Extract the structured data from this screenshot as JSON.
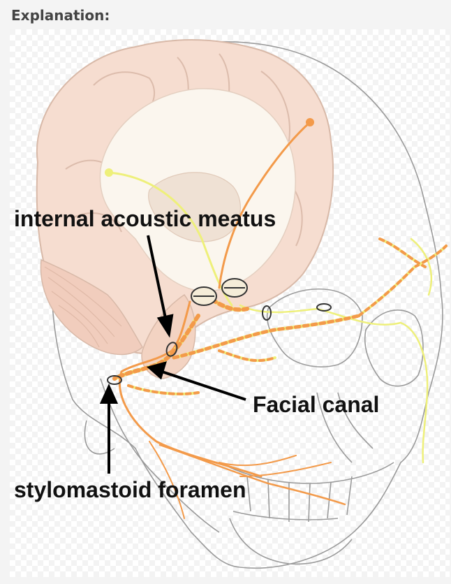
{
  "heading": "Explanation:",
  "diagram": {
    "labels": {
      "internal_acoustic_meatus": "internal acoustic meatus",
      "facial_canal": "Facial canal",
      "stylomastoid_foramen": "stylomastoid foramen"
    },
    "colors": {
      "brain": "#f6ddd0",
      "white_matter": "#fbf6ee",
      "facial_nerve": "#f39a4a",
      "vestibulocochlear_nerve": "#eef07a",
      "skull_outline": "#9a9a9a",
      "arrow": "#000000"
    }
  }
}
